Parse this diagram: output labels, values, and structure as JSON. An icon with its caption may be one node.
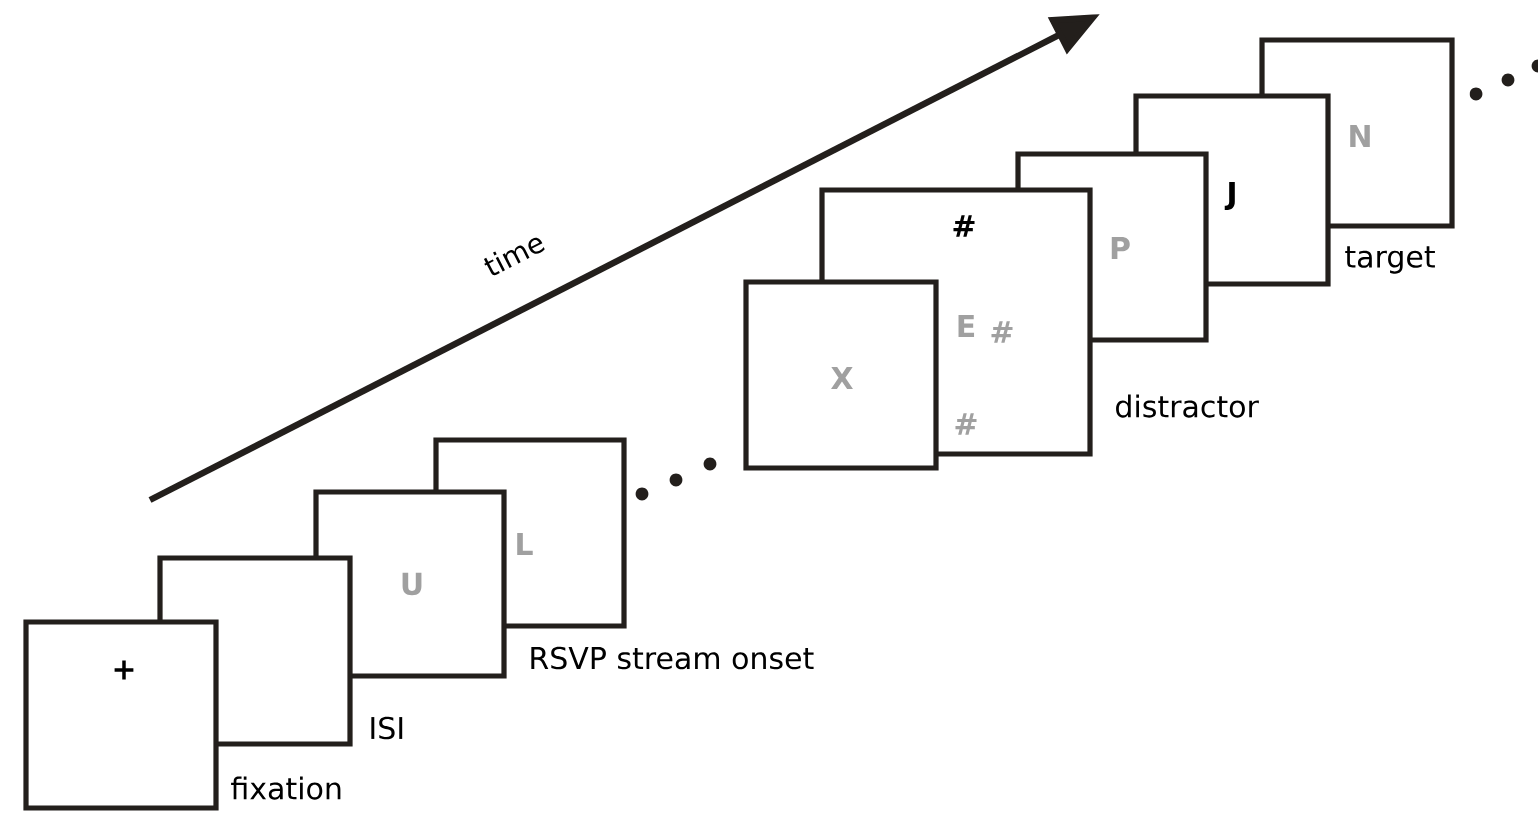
{
  "diagram": {
    "nodes": [
      {
        "text": [
          "+"
        ],
        "beside": [
          "fixation"
        ]
      },
      {
        "text": [],
        "shape": "box",
        "beside": [
          "ISI"
        ]
      },
      {
        "text": [
          "U"
        ],
        "beside": [
          "RSVP stream onset"
        ]
      },
      {
        "text": [
          "L"
        ]
      },
      {
        "text": [
          "X"
        ]
      },
      {
        "text": [
          "#",
          "E",
          "#",
          "#"
        ],
        "beside": [
          "distractor"
        ]
      },
      {
        "text": [
          "P"
        ]
      },
      {
        "text": [
          "J"
        ],
        "beside": [
          "target"
        ]
      },
      {
        "text": [
          "N"
        ]
      }
    ],
    "labels": [
      "time"
    ]
  }
}
